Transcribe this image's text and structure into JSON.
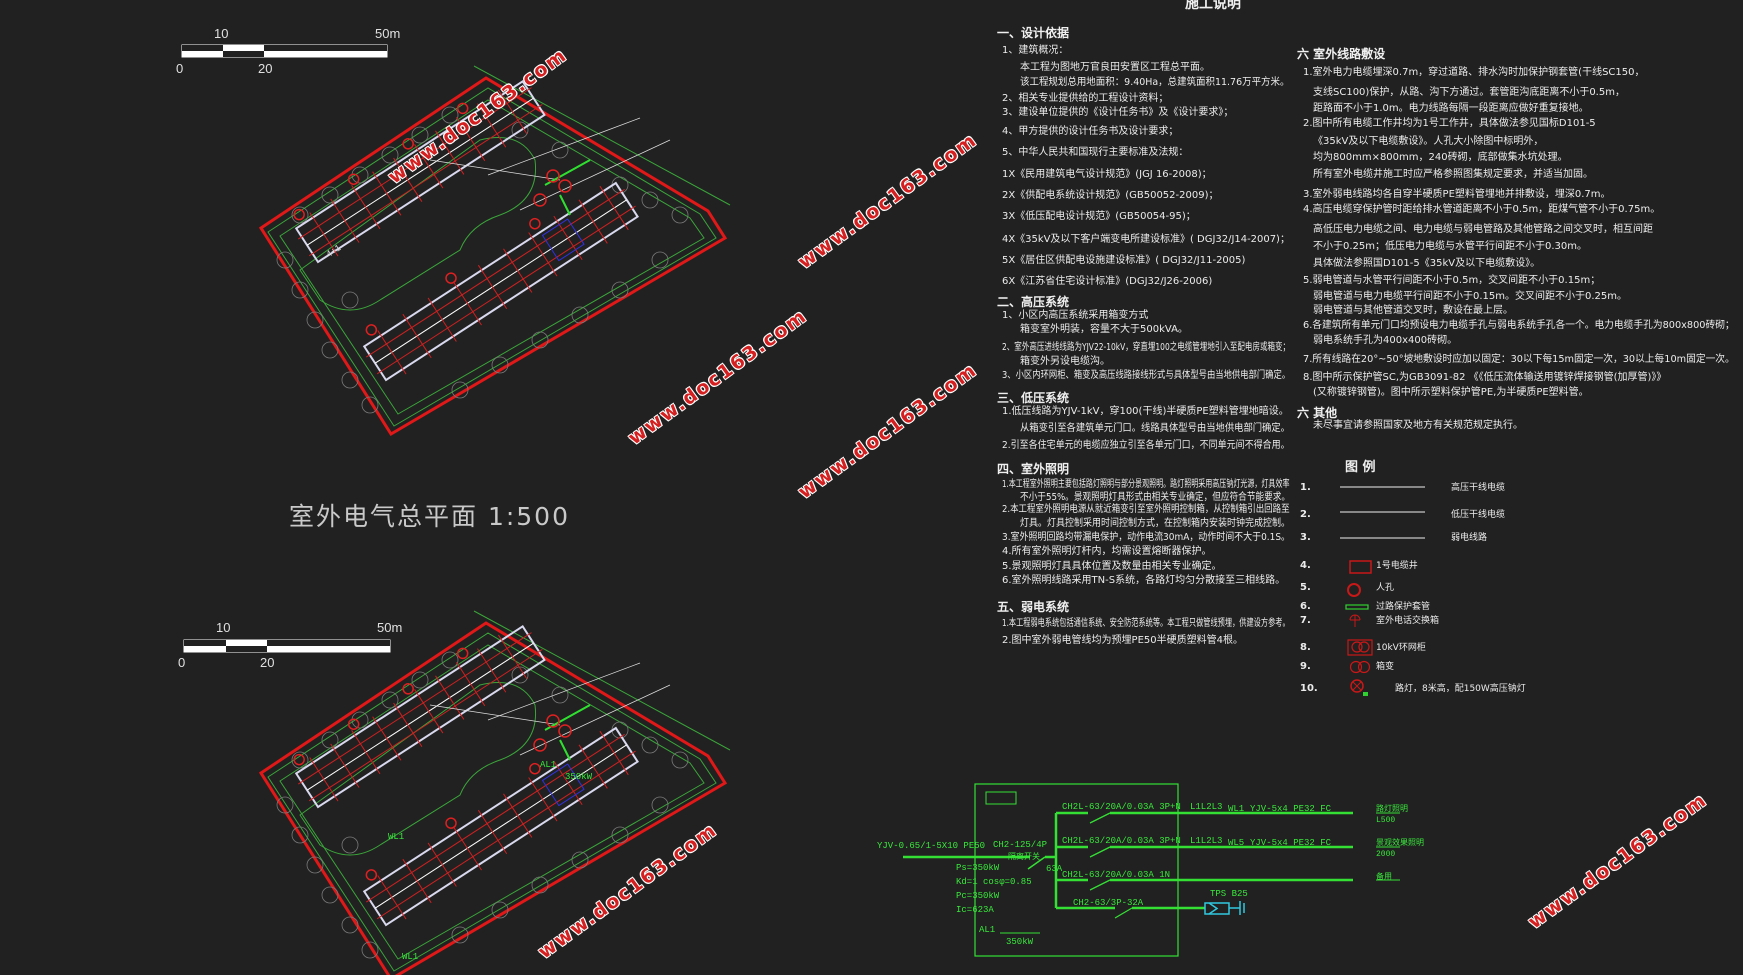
{
  "site_plan": {
    "title": "室外电气总平面 1:500",
    "scale_labels": {
      "ten": "10",
      "fifty": "50m",
      "zero": "0",
      "twenty": "20"
    },
    "building_tag": "4+1",
    "bottom_labels": [
      "AL1",
      "350kW",
      "WL1",
      "WL1"
    ]
  },
  "notes": {
    "title": "施工说明",
    "left": [
      {
        "t": "一、设计依据",
        "h": true
      },
      {
        "t": "1、建筑概况：",
        "i": 0
      },
      {
        "t": "本工程为图地万官良田安置区工程总平面。",
        "i": 1
      },
      {
        "t": "该工程规划总用地面积：9.40Ha，总建筑面积11.76万平方米。",
        "i": 1
      },
      {
        "t": "2、相关专业提供给的工程设计资料；",
        "i": 0
      },
      {
        "t": "3、建设单位提供的《设计任务书》及《设计要求》；",
        "i": 0
      },
      {
        "t": "4、甲方提供的设计任务书及设计要求；",
        "i": 0
      },
      {
        "t": "5、中华人民共和国现行主要标准及法规：",
        "i": 0
      },
      {
        "t": "1X《民用建筑电气设计规范》(JGJ 16-2008)；",
        "i": 0
      },
      {
        "t": "2X《供配电系统设计规范》(GB50052-2009)；",
        "i": 0
      },
      {
        "t": "3X《低压配电设计规范》(GB50054-95)；",
        "i": 0
      },
      {
        "t": "4X《35kV及以下客户端变电所建设标准》( DGJ32/J14-2007)；",
        "i": 0
      },
      {
        "t": "5X《居住区供配电设施建设标准》( DGJ32/J11-2005)",
        "i": 0
      },
      {
        "t": "6X《江苏省住宅设计标准》(DGJ32/J26-2006)",
        "i": 0
      },
      {
        "t": "二、高压系统",
        "h": true
      },
      {
        "t": "1、小区内高压系统采用箱变方式",
        "i": 0
      },
      {
        "t": "箱变室外明装，容量不大于500kVA。",
        "i": 1
      },
      {
        "t": "2、室外高压进线线路为YJV22-10kV，穿直埋100之电缆管埋地引入至配电房或箱变；",
        "i": 0
      },
      {
        "t": "箱变外另设电缆沟。",
        "i": 1
      },
      {
        "t": "3、小区内环网柜、箱变及高压线路接线形式与具体型号由当地供电部门确定。",
        "i": 0
      },
      {
        "t": "三、低压系统",
        "h": true
      },
      {
        "t": "1.低压线路为YJV-1kV，穿100(干线)半硬质PE塑料管埋地暗设。",
        "i": 0
      },
      {
        "t": "从箱变引至各建筑单元门口。线路具体型号由当地供电部门确定。",
        "i": 1
      },
      {
        "t": "2.引至各住宅单元的电缆应独立引至各单元门口，不同单元间不得合用。",
        "i": 0
      },
      {
        "t": "四、室外照明",
        "h": true
      },
      {
        "t": "1.本工程室外照明主要包括路灯照明与部分景观照明。路灯照明采用高压钠灯光源，灯具效率",
        "i": 0
      },
      {
        "t": "不小于55%。景观照明灯具形式由相关专业确定，但应符合节能要求。",
        "i": 1
      },
      {
        "t": "2.本工程室外照明电源从就近箱变引至室外照明控制箱，从控制箱引出回路至",
        "i": 0
      },
      {
        "t": "灯具。灯具控制采用时间控制方式，在控制箱内安装时钟完成控制。",
        "i": 1
      },
      {
        "t": "3.室外照明回路均带漏电保护，动作电流30mA，动作时间不大于0.1S。",
        "i": 0
      },
      {
        "t": "4.所有室外照明灯杆内，均需设置熔断器保护。",
        "i": 0
      },
      {
        "t": "5.景观照明灯具具体位置及数量由相关专业确定。",
        "i": 0
      },
      {
        "t": "6.室外照明线路采用TN-S系统，各路灯均匀分散接至三相线路。",
        "i": 0
      },
      {
        "t": "五、弱电系统",
        "h": true
      },
      {
        "t": "1.本工程弱电系统包括通信系统、安全防范系统等。本工程只做管线预埋，供建设方参考。",
        "i": 0
      },
      {
        "t": "2.图中室外弱电管线均为预埋PE50半硬质塑料管4根。",
        "i": 0
      }
    ],
    "right": [
      {
        "t": "六  室外线路敷设",
        "h": true
      },
      {
        "t": "1.室外电力电缆埋深0.7m，穿过道路、排水沟时加保护钢套管(干线SC150，",
        "i": 0
      },
      {
        "t": "支线SC100)保护，从路、沟下方通过。套管距沟底距离不小于0.5m，",
        "i": 1
      },
      {
        "t": "距路面不小于1.0m。电力线路每隔一段距离应做好重复接地。",
        "i": 1
      },
      {
        "t": "2.图中所有电缆工作井均为1号工作井，具体做法参见国标D101-5",
        "i": 0
      },
      {
        "t": "《35kV及以下电缆敷设》。人孔大小除图中标明外，",
        "i": 1
      },
      {
        "t": "均为800mm×800mm，240砖砌，底部做集水坑处理。",
        "i": 1
      },
      {
        "t": "所有室外电缆井施工时应严格参照图集规定要求，并适当加固。",
        "i": 1
      },
      {
        "t": "3.室外弱电线路均各自穿半硬质PE塑料管埋地并排敷设，埋深0.7m。",
        "i": 0
      },
      {
        "t": "4.高压电缆穿保护管时距给排水管道距离不小于0.5m，距煤气管不小于0.75m。",
        "i": 0
      },
      {
        "t": "高低压电力电缆之间、电力电缆与弱电管路及其他管路之间交叉时，相互间距",
        "i": 1
      },
      {
        "t": "不小于0.25m；低压电力电缆与水管平行间距不小于0.30m。",
        "i": 1
      },
      {
        "t": "具体做法参照国D101-5《35kV及以下电缆敷设》。",
        "i": 1
      },
      {
        "t": "5.弱电管道与水管平行间距不小于0.5m，交叉间距不小于0.15m；",
        "i": 0
      },
      {
        "t": "弱电管道与电力电缆平行间距不小于0.15m。交叉间距不小于0.25m。",
        "i": 1
      },
      {
        "t": "弱电管道与其他管道交叉时，敷设在最上层。",
        "i": 1
      },
      {
        "t": "6.各建筑所有单元门口均预设电力电缆手孔与弱电系统手孔各一个。电力电缆手孔为800x800砖砌；",
        "i": 0
      },
      {
        "t": "弱电系统手孔为400x400砖砌。",
        "i": 1
      },
      {
        "t": "7.所有线路在20°~50°坡地敷设时应加以固定：30以下每15m固定一次，30以上每10m固定一次。",
        "i": 0
      },
      {
        "t": "8.图中所示保护管SC,为GB3091-82 《《低压流体输送用镀锌焊接钢管(加厚管)》》",
        "i": 0
      },
      {
        "t": "(又称镀锌钢管)。图中所示塑料保护管PE,为半硬质PE塑料管。",
        "i": 1
      },
      {
        "t": "六  其他",
        "h": true
      },
      {
        "t": "未尽事宜请参照国家及地方有关规范规定执行。",
        "i": 1
      }
    ]
  },
  "legend": {
    "title": "图  例",
    "items": [
      {
        "num": "1.",
        "label": "高压干线电缆",
        "icon": "line-white"
      },
      {
        "num": "2.",
        "label": "低压干线电缆",
        "icon": "line-white"
      },
      {
        "num": "3.",
        "label": "弱电线路",
        "icon": "line-white"
      },
      {
        "num": "4.",
        "label": "1号电缆井",
        "icon": "red-rect"
      },
      {
        "num": "5.",
        "label": "人孔",
        "icon": "red-circle"
      },
      {
        "num": "6.",
        "label": "过路保护套管",
        "icon": "green-rect"
      },
      {
        "num": "7.",
        "label": "室外电话交换箱",
        "icon": "phone-box"
      },
      {
        "num": "8.",
        "label": "10kV环网柜",
        "icon": "ring-main-unit"
      },
      {
        "num": "9.",
        "label": "箱变",
        "icon": "transformer"
      },
      {
        "num": "10.",
        "label": "路灯，8米高，配150W高压钠灯",
        "icon": "street-light"
      }
    ]
  },
  "schematic": {
    "feeder": "YJV-0.65/1-5X10 PE50",
    "main_breaker": "CH2-125/4P",
    "main_breaker_sub": "隔离开关",
    "main_rating": "63A",
    "ps": "Ps=350kW",
    "kd": "Kd=1  cosφ=0.85",
    "pc": "Pc=350kW",
    "ic": "Ic=623A",
    "panel": "AL1",
    "panel_power": "350kW",
    "branches": [
      {
        "breaker": "CH2L-63/20A/0.03A 3P+N",
        "phase": "L1L2L3",
        "circuit": "WL1",
        "cable": "YJV-5x4 PE32 FC",
        "load": "路灯照明",
        "load_power": "L500"
      },
      {
        "breaker": "CH2L-63/20A/0.03A 3P+N",
        "phase": "L1L2L3",
        "circuit": "WL5",
        "cable": "YJV-5x4 PE32 FC",
        "load": "景观效果照明",
        "load_power": "2000"
      },
      {
        "breaker": "CH2L-63/20A/0.03A 1N",
        "phase": "",
        "circuit": "",
        "cable": "",
        "load": "备用",
        "load_power": ""
      },
      {
        "breaker": "CH2-63/3P-32A",
        "phase": "",
        "circuit": "",
        "cable": "TPS B25",
        "load": "",
        "load_power": ""
      }
    ]
  },
  "watermarks": [
    "www.doc163.com",
    "www.doc163.com",
    "www.doc163.com",
    "www.doc163.com",
    "www.doc163.com",
    "www.doc163.com"
  ],
  "colors": {
    "background": "#212121",
    "boundary": "#e01818",
    "green": "#2fd12f",
    "text": "#ececec"
  }
}
